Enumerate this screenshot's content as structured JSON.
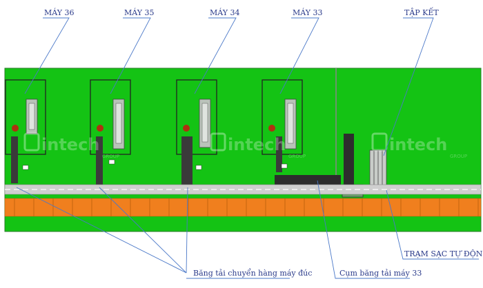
{
  "machines": [
    {
      "label": "MÁY 36"
    },
    {
      "label": "MÁY 35"
    },
    {
      "label": "MÁY 34"
    },
    {
      "label": "MÁY 33"
    }
  ],
  "callouts": {
    "tap_ket": "TẬP KẾT",
    "tram_sac": "TRẠM SẠC TỰ ĐỘNG",
    "bang_tai": "Băng tải chuyển hàng máy đúc",
    "cum_bang_tai": "Cụm băng tải máy 33"
  },
  "watermark": {
    "brand": "intech",
    "sub": "GROUP"
  },
  "colors": {
    "floor": "#14c314",
    "aisle": "#cfcfcf",
    "stripe": "#f07f1e",
    "callout_line": "#4a78c8",
    "label_text": "#2a3a8a"
  }
}
